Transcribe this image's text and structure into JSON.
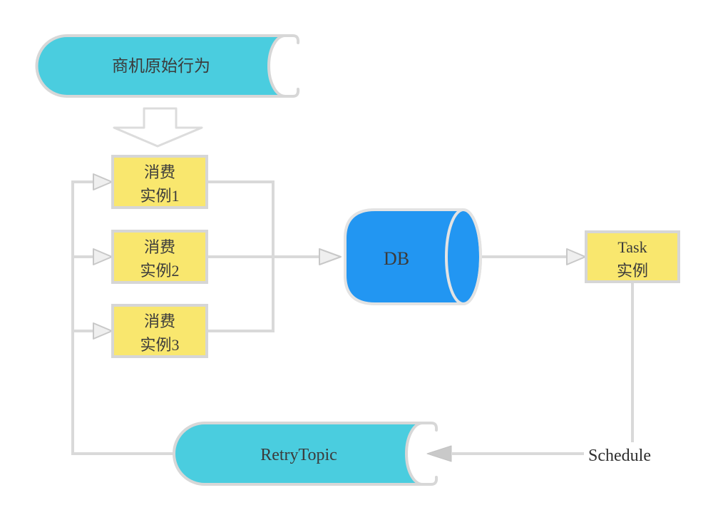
{
  "diagram": {
    "source_topic": {
      "label": "商机原始行为"
    },
    "down_arrow": {
      "meaning": "flow-down"
    },
    "consumers": [
      {
        "line1": "消费",
        "line2": "实例1"
      },
      {
        "line1": "消费",
        "line2": "实例2"
      },
      {
        "line1": "消费",
        "line2": "实例3"
      }
    ],
    "db": {
      "label": "DB"
    },
    "task": {
      "line1": "Task",
      "line2": "实例"
    },
    "retry_topic": {
      "label": "RetryTopic"
    },
    "schedule": {
      "label": "Schedule"
    },
    "colors": {
      "topic_fill": "#4acddf",
      "box_fill": "#f9e76e",
      "db_fill": "#2296f2",
      "line": "#d9d9d9",
      "border": "#d6d6d6",
      "text": "#3b3b3b"
    }
  }
}
